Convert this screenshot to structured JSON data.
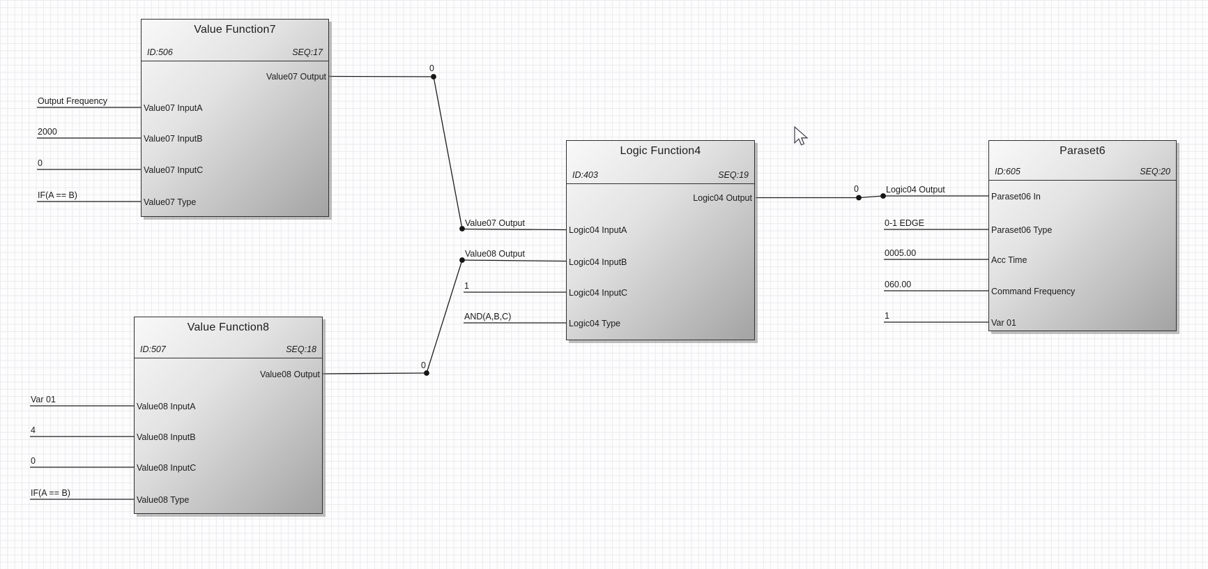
{
  "canvas": {
    "cursor": "arrow-pointer",
    "colors": {
      "wire": "#1c1c1c",
      "junction_dot": "#151515",
      "block_border": "#2e2e2e",
      "block_fill_light": "#f9f9f9",
      "block_fill_dark": "#a3a3a3",
      "grid": "#ebebee",
      "background": "#fdfdfe"
    }
  },
  "blocks": [
    {
      "title": "Value Function7",
      "id": "ID:506",
      "seq": "SEQ:17",
      "output": "Value07 Output",
      "inputs": [
        {
          "port": "Value07 InputA",
          "value": "Output Frequency"
        },
        {
          "port": "Value07 InputB",
          "value": "2000"
        },
        {
          "port": "Value07 InputC",
          "value": "0"
        },
        {
          "port": "Value07 Type",
          "value": "IF(A == B)"
        }
      ]
    },
    {
      "title": "Value Function8",
      "id": "ID:507",
      "seq": "SEQ:18",
      "output": "Value08 Output",
      "inputs": [
        {
          "port": "Value08 InputA",
          "value": "Var 01"
        },
        {
          "port": "Value08 InputB",
          "value": "4"
        },
        {
          "port": "Value08 InputC",
          "value": "0"
        },
        {
          "port": "Value08 Type",
          "value": "IF(A == B)"
        }
      ]
    },
    {
      "title": "Logic Function4",
      "id": "ID:403",
      "seq": "SEQ:19",
      "output": "Logic04 Output",
      "inputs": [
        {
          "port": "Logic04 InputA",
          "value": "Value07 Output"
        },
        {
          "port": "Logic04 InputB",
          "value": "Value08 Output"
        },
        {
          "port": "Logic04 InputC",
          "value": "1"
        },
        {
          "port": "Logic04 Type",
          "value": "AND(A,B,C)"
        }
      ]
    },
    {
      "title": "Paraset6",
      "id": "ID:605",
      "seq": "SEQ:20",
      "inputs": [
        {
          "port": "Paraset06 In",
          "value": "Logic04 Output"
        },
        {
          "port": "Paraset06 Type",
          "value": "0-1 EDGE"
        },
        {
          "port": "Acc Time",
          "value": "0005.00"
        },
        {
          "port": "Command Frequency",
          "value": "060.00"
        },
        {
          "port": "Var 01",
          "value": "1"
        }
      ]
    }
  ],
  "junctions": {
    "tap1": "0",
    "tap2": "0",
    "tap3": "0"
  }
}
